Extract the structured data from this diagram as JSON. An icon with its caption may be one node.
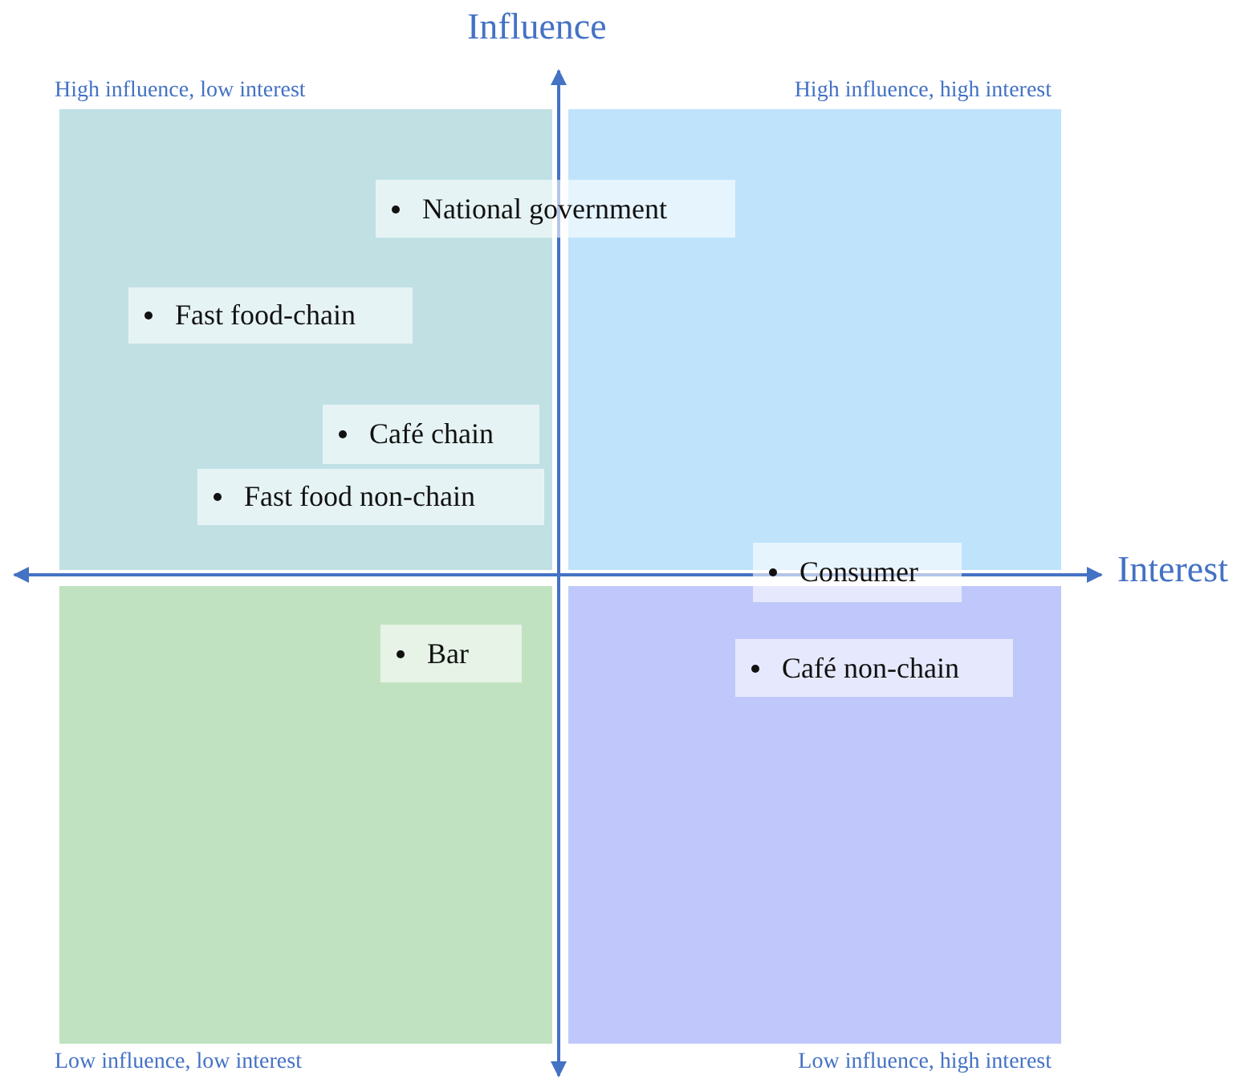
{
  "diagram": {
    "nodes": [
      {
        "text": [
          "High influence, low interest"
        ]
      },
      {
        "text": [
          "High influence, high interest"
        ]
      },
      {
        "text": [
          "Low influence, low interest"
        ]
      },
      {
        "text": [
          "Low influence, high interest"
        ]
      },
      {
        "text": [
          "National government"
        ]
      },
      {
        "text": [
          "Fast food-chain"
        ],
        "in": 0
      },
      {
        "text": [
          "Café chain"
        ],
        "in": 0
      },
      {
        "text": [
          "Fast food non-chain"
        ],
        "in": 0
      },
      {
        "text": [
          "Consumer"
        ]
      },
      {
        "text": [
          "Bar"
        ],
        "in": 2
      },
      {
        "text": [
          "Café non-chain"
        ],
        "in": 3
      }
    ],
    "edges": [],
    "labels": [
      "Influence",
      "Interest"
    ]
  }
}
